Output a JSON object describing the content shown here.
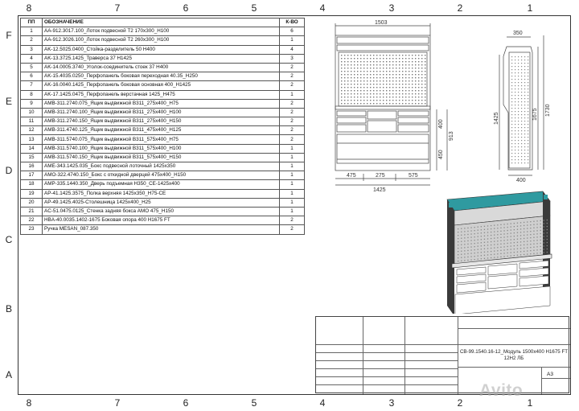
{
  "grid": {
    "columns": [
      "8",
      "7",
      "6",
      "5",
      "4",
      "3",
      "2",
      "1"
    ],
    "rows": [
      "F",
      "E",
      "D",
      "C",
      "B",
      "A"
    ]
  },
  "bom": {
    "headers": {
      "n": "ПП",
      "name": "ОБОЗНАЧЕНИЕ",
      "qty": "К-ВО"
    },
    "rows": [
      {
        "n": "1",
        "name": "AA-912.3017.100_Лоток подвесной Т2 170х300_H100",
        "qty": "6"
      },
      {
        "n": "2",
        "name": "AA-912.3026.100_Лоток подвесной Т2 260х300_H100",
        "qty": "1"
      },
      {
        "n": "3",
        "name": "AK-12.5025.0400_Стойка-разделитель 50 H400",
        "qty": "4"
      },
      {
        "n": "4",
        "name": "AK-13.3725.1425_Траверса 37 H1425",
        "qty": "3"
      },
      {
        "n": "5",
        "name": "AK-14.0005.3740_Уголок-соединитель стоек 37 H400",
        "qty": "2"
      },
      {
        "n": "6",
        "name": "AK-15.4035.0250_Перфопанель боковая переходная 40.35_H250",
        "qty": "2"
      },
      {
        "n": "7",
        "name": "AK-16.0040.1425_Перфопанель боковая основная 400_H1425",
        "qty": "2"
      },
      {
        "n": "8",
        "name": "AK-17.1425.0475_Перфопанель верстачная 1425_H475",
        "qty": "1"
      },
      {
        "n": "9",
        "name": "AMB-311.2740.075_Ящик выдвижной B311_275х400_H75",
        "qty": "2"
      },
      {
        "n": "10",
        "name": "AMB-311.2740.100_Ящик выдвижной B311_275х400_H100",
        "qty": "2"
      },
      {
        "n": "11",
        "name": "AMB-311.2740.150_Ящик выдвижной B311_275х400_H150",
        "qty": "2"
      },
      {
        "n": "12",
        "name": "AMB-311.4740.125_Ящик выдвижной B311_475х400_H125",
        "qty": "2"
      },
      {
        "n": "13",
        "name": "AMB-311.5740.075_Ящик выдвижной B311_575х400_H75",
        "qty": "2"
      },
      {
        "n": "14",
        "name": "AMB-311.5740.100_Ящик выдвижной B311_575х400_H100",
        "qty": "1"
      },
      {
        "n": "15",
        "name": "AMB-311.5740.150_Ящик выдвижной B311_575х400_H150",
        "qty": "1"
      },
      {
        "n": "16",
        "name": "AME-343.1425.035_Бокс подвесной лоточный 1425х350",
        "qty": "1"
      },
      {
        "n": "17",
        "name": "AMO-322.4740.150_Бокс с откидной дверцей 475х400_H150",
        "qty": "1"
      },
      {
        "n": "18",
        "name": "AMP-335.1440.350_Дверь подъемная H350_CE-1425х400",
        "qty": "1"
      },
      {
        "n": "19",
        "name": "AP-41.1425.3575_Полка верхняя 1425х350_H75-CE",
        "qty": "1"
      },
      {
        "n": "20",
        "name": "AP-49.1425.4025-Столешница 1425х400_H25",
        "qty": "1"
      },
      {
        "n": "21",
        "name": "AC-51.0475.0125_Стенка задняя бокса AMO 475_H150",
        "qty": "1"
      },
      {
        "n": "22",
        "name": "HBA-40.0035.1402-1675 Боковая опора 400 H1675 FT",
        "qty": "2"
      },
      {
        "n": "23",
        "name": "Ручка MESAN_087.350",
        "qty": "2"
      }
    ]
  },
  "dimensions": {
    "front_width": "1503",
    "side_width": "350",
    "d1425_v": "1425",
    "d1675": "1675",
    "d1730": "1730",
    "d400_v": "400",
    "d913": "913",
    "d450": "450",
    "d475": "475",
    "d275": "275",
    "d575": "575",
    "d1425_h": "1425",
    "d400_h": "400"
  },
  "title_block": {
    "designation": "СВ-99.1540.16-12_Модуль 1500х400 H1675 FT 12Н2 ЛБ",
    "format": "A3"
  },
  "watermark": "Avito",
  "colors": {
    "panel_teal": "#2f9aa0",
    "line": "#444444"
  }
}
